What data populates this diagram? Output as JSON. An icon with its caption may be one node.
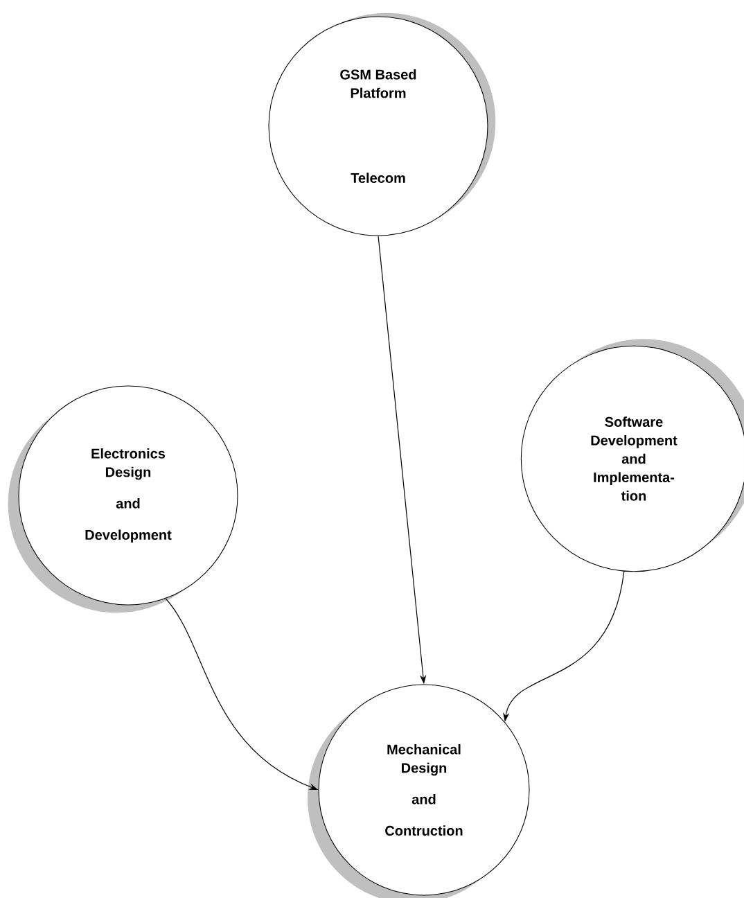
{
  "diagram": {
    "nodes": [
      {
        "text": [
          "GSM Based Platform",
          "Telecom"
        ]
      },
      {
        "text": [
          "Electronics Design",
          "and",
          "Development"
        ]
      },
      {
        "text": [
          "Software Development and Implementa- tion"
        ]
      },
      {
        "text": [
          "Mechanical Design",
          "and",
          "Contruction"
        ]
      }
    ],
    "edges": [
      {
        "from": 0,
        "to": 3,
        "arrow": "to"
      },
      {
        "from": 1,
        "to": 3,
        "arrow": "to"
      },
      {
        "from": 2,
        "to": 3,
        "arrow": "to"
      }
    ]
  }
}
